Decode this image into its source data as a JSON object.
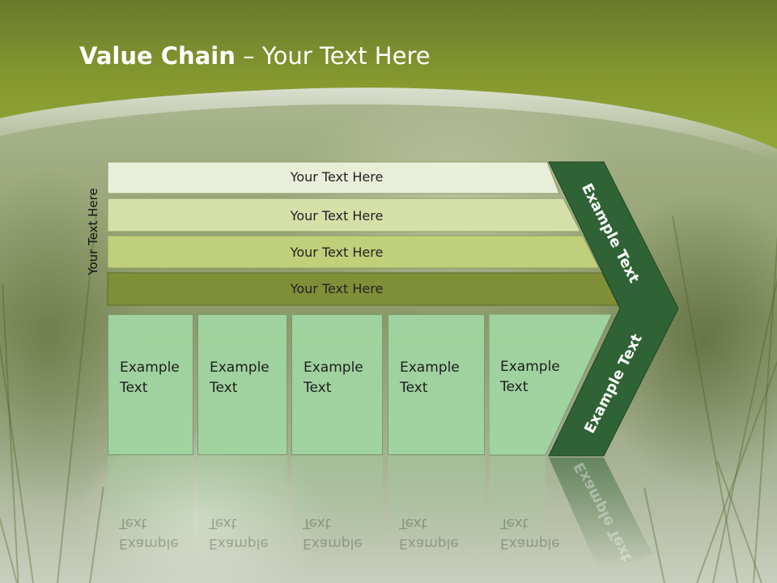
{
  "slide": {
    "title_bold": "Value Chain",
    "title_rest": " – Your Text Here",
    "vertical_label": "Your Text Here"
  },
  "bars": [
    {
      "label": "Your Text Here",
      "color": "#e9eed8"
    },
    {
      "label": "Your Text Here",
      "color": "#d5e0a9"
    },
    {
      "label": "Your Text Here",
      "color": "#c0cf79"
    },
    {
      "label": "Your Text Here",
      "color": "#7f8f38"
    }
  ],
  "boxes": [
    {
      "line1": "Example",
      "line2": "Text"
    },
    {
      "line1": "Example",
      "line2": "Text"
    },
    {
      "line1": "Example",
      "line2": "Text"
    },
    {
      "line1": "Example",
      "line2": "Text"
    },
    {
      "line1": "Example",
      "line2": "Text"
    }
  ],
  "chevron": {
    "upper_label": "Example Text",
    "lower_label": "Example Text",
    "color": "#2f6234"
  },
  "colors": {
    "header": "#7d922d",
    "box_fill": "#a0d4a0"
  }
}
